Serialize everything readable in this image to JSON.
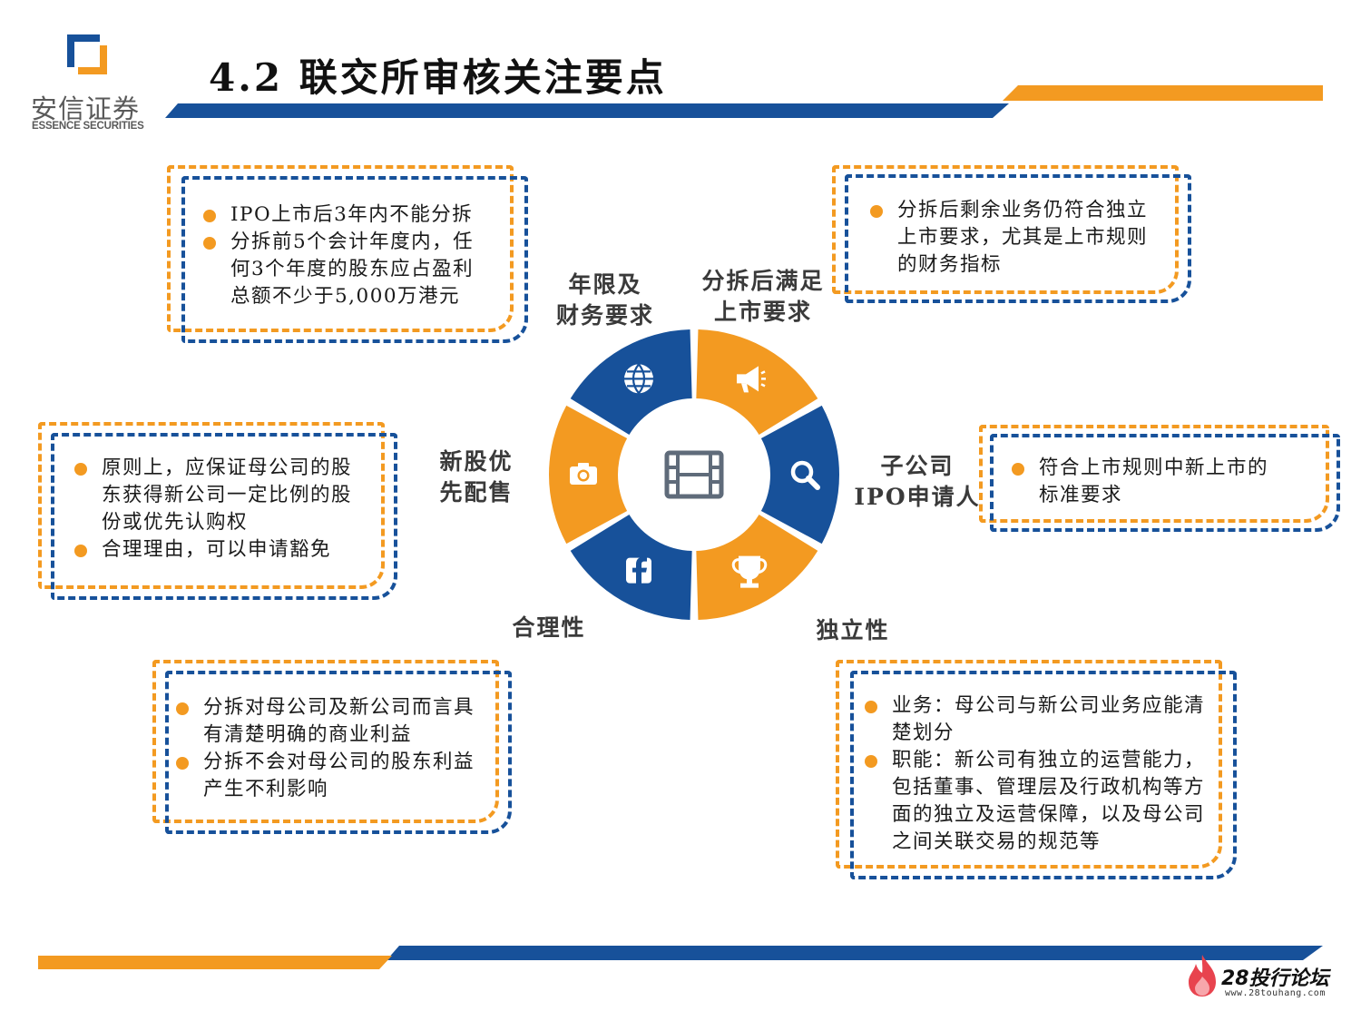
{
  "header": {
    "logo_cn": "安信证券",
    "logo_en": "ESSENCE SECURITIES",
    "title": "4.2 联交所审核关注要点"
  },
  "colors": {
    "orange": "#f39a21",
    "blue": "#17519a"
  },
  "ring": {
    "center_icon": "film-icon",
    "segments": [
      {
        "label": "年限及\n财务要求",
        "icon": "globe-icon",
        "color": "blue"
      },
      {
        "label": "分拆后满足\n上市要求",
        "icon": "megaphone-icon",
        "color": "orange"
      },
      {
        "label": "子公司\nIPO申请人",
        "icon": "search-icon",
        "color": "blue"
      },
      {
        "label": "独立性",
        "icon": "trophy-icon",
        "color": "orange"
      },
      {
        "label": "合理性",
        "icon": "facebook-icon",
        "color": "blue"
      },
      {
        "label": "新股优\n先配售",
        "icon": "camera-icon",
        "color": "orange"
      }
    ]
  },
  "boxes": {
    "years_finance": [
      "IPO上市后3年内不能分拆",
      "分拆前5个会计年度内，任何3个年度的股东应占盈利总额不少于5,000万港元"
    ],
    "listing_req": [
      "分拆后剩余业务仍符合独立上市要求，尤其是上市规则的财务指标"
    ],
    "subsidiary": [
      "符合上市规则中新上市的标准要求"
    ],
    "preferential": [
      "原则上，应保证母公司的股东获得新公司一定比例的股份或优先认购权",
      "合理理由，可以申请豁免"
    ],
    "rationality": [
      "分拆对母公司及新公司而言具有清楚明确的商业利益",
      "分拆不会对母公司的股东利益产生不利影响"
    ],
    "independence": [
      "业务：母公司与新公司业务应能清楚划分",
      "职能：新公司有独立的运营能力，包括董事、管理层及行政机构等方面的独立及运营保障，以及母公司之间关联交易的规范等"
    ]
  },
  "footer": {
    "forum_name": "28投行论坛",
    "forum_url": "www.28touhang.com"
  }
}
